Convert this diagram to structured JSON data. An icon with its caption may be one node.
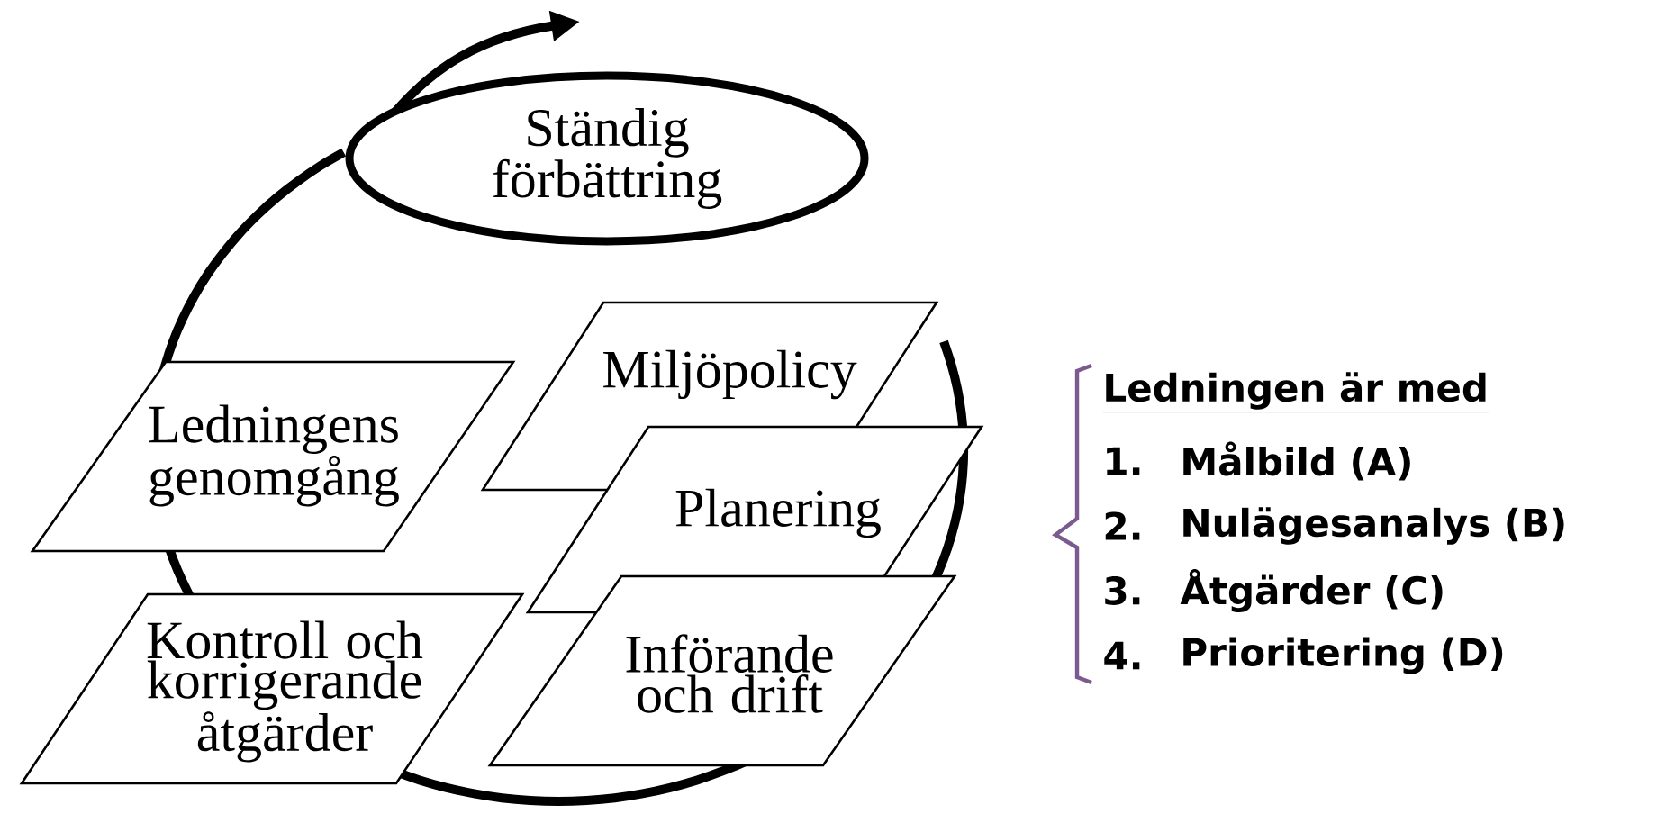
{
  "diagram": {
    "nodes": [
      {
        "text": [
          "Ständig förbättring"
        ]
      },
      {
        "text": [
          "Ledningens genomgång"
        ]
      },
      {
        "text": [
          "Miljöpolicy"
        ]
      },
      {
        "text": [
          "Planering"
        ]
      },
      {
        "text": [
          "Införande och drift"
        ]
      },
      {
        "text": [
          "Kontroll och korrigerande åtgärder"
        ]
      }
    ],
    "labels": [
      "Ledningen är med",
      "1.",
      "Målbild (A)",
      "2.",
      "Nulägesanalys (B)",
      "3.",
      "Åtgärder (C)",
      "4.",
      "Prioritering (D)"
    ]
  }
}
